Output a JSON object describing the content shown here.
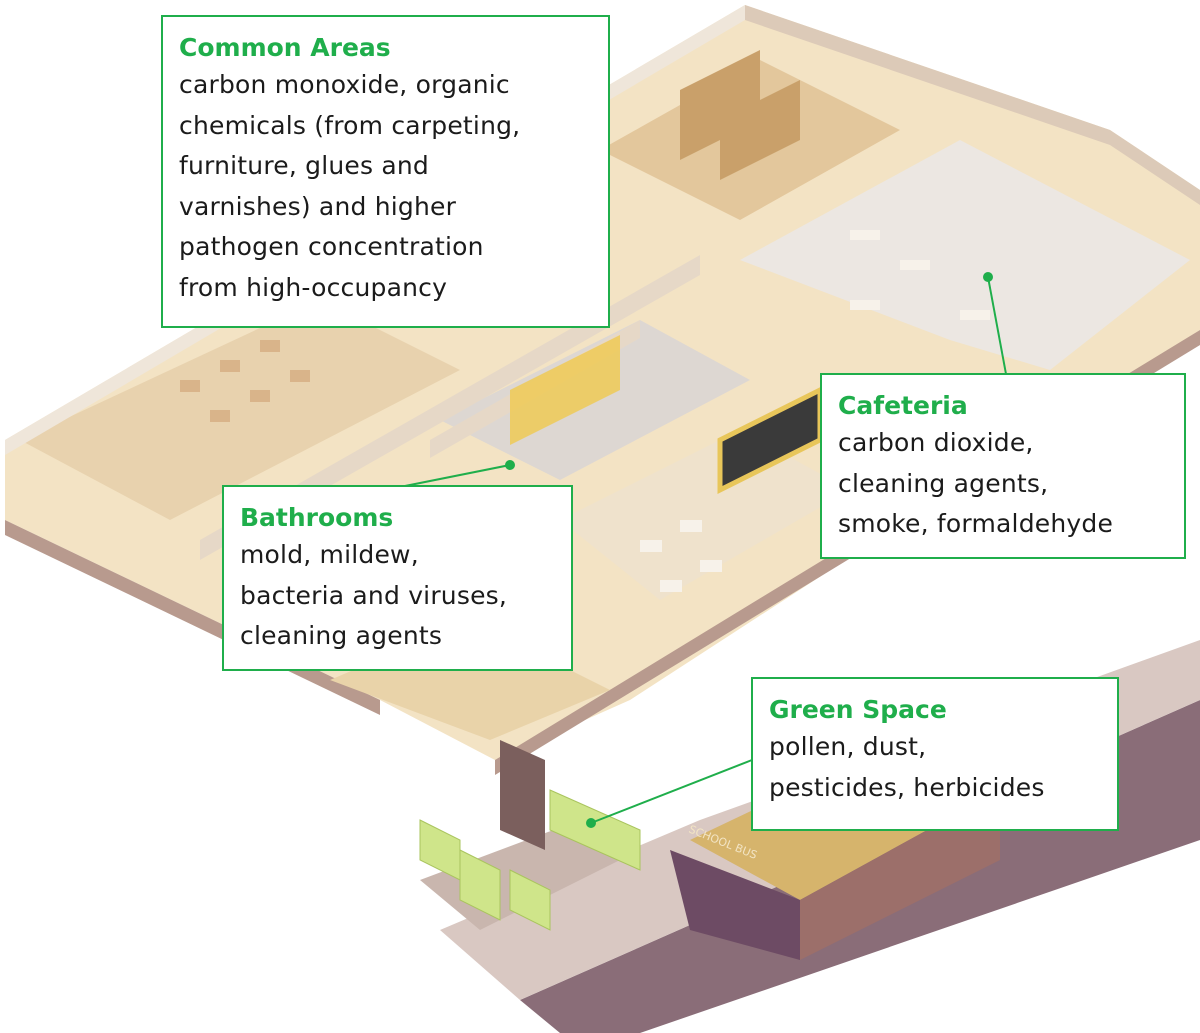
{
  "callouts": {
    "common_areas": {
      "title": "Common Areas",
      "lines": [
        "carbon monoxide, organic",
        "chemicals (from carpeting,",
        "furniture, glues and",
        "varnishes) and higher",
        "pathogen concentration",
        "from high-occupancy"
      ]
    },
    "cafeteria": {
      "title": "Cafeteria",
      "lines": [
        "carbon dioxide,",
        "cleaning agents,",
        "smoke, formaldehyde"
      ]
    },
    "bathrooms": {
      "title": "Bathrooms",
      "lines": [
        "mold, mildew,",
        "bacteria and viruses,",
        "cleaning agents"
      ]
    },
    "green_space": {
      "title": "Green Space",
      "lines": [
        "pollen, dust,",
        "pesticides, herbicides"
      ]
    }
  },
  "bus_label": "SCHOOL BUS",
  "colors": {
    "accent": "#1fae4b",
    "floor": "#f3e3c4",
    "wall": "#efe6da",
    "road": "#8a6d78",
    "grass": "#cfe58a"
  }
}
